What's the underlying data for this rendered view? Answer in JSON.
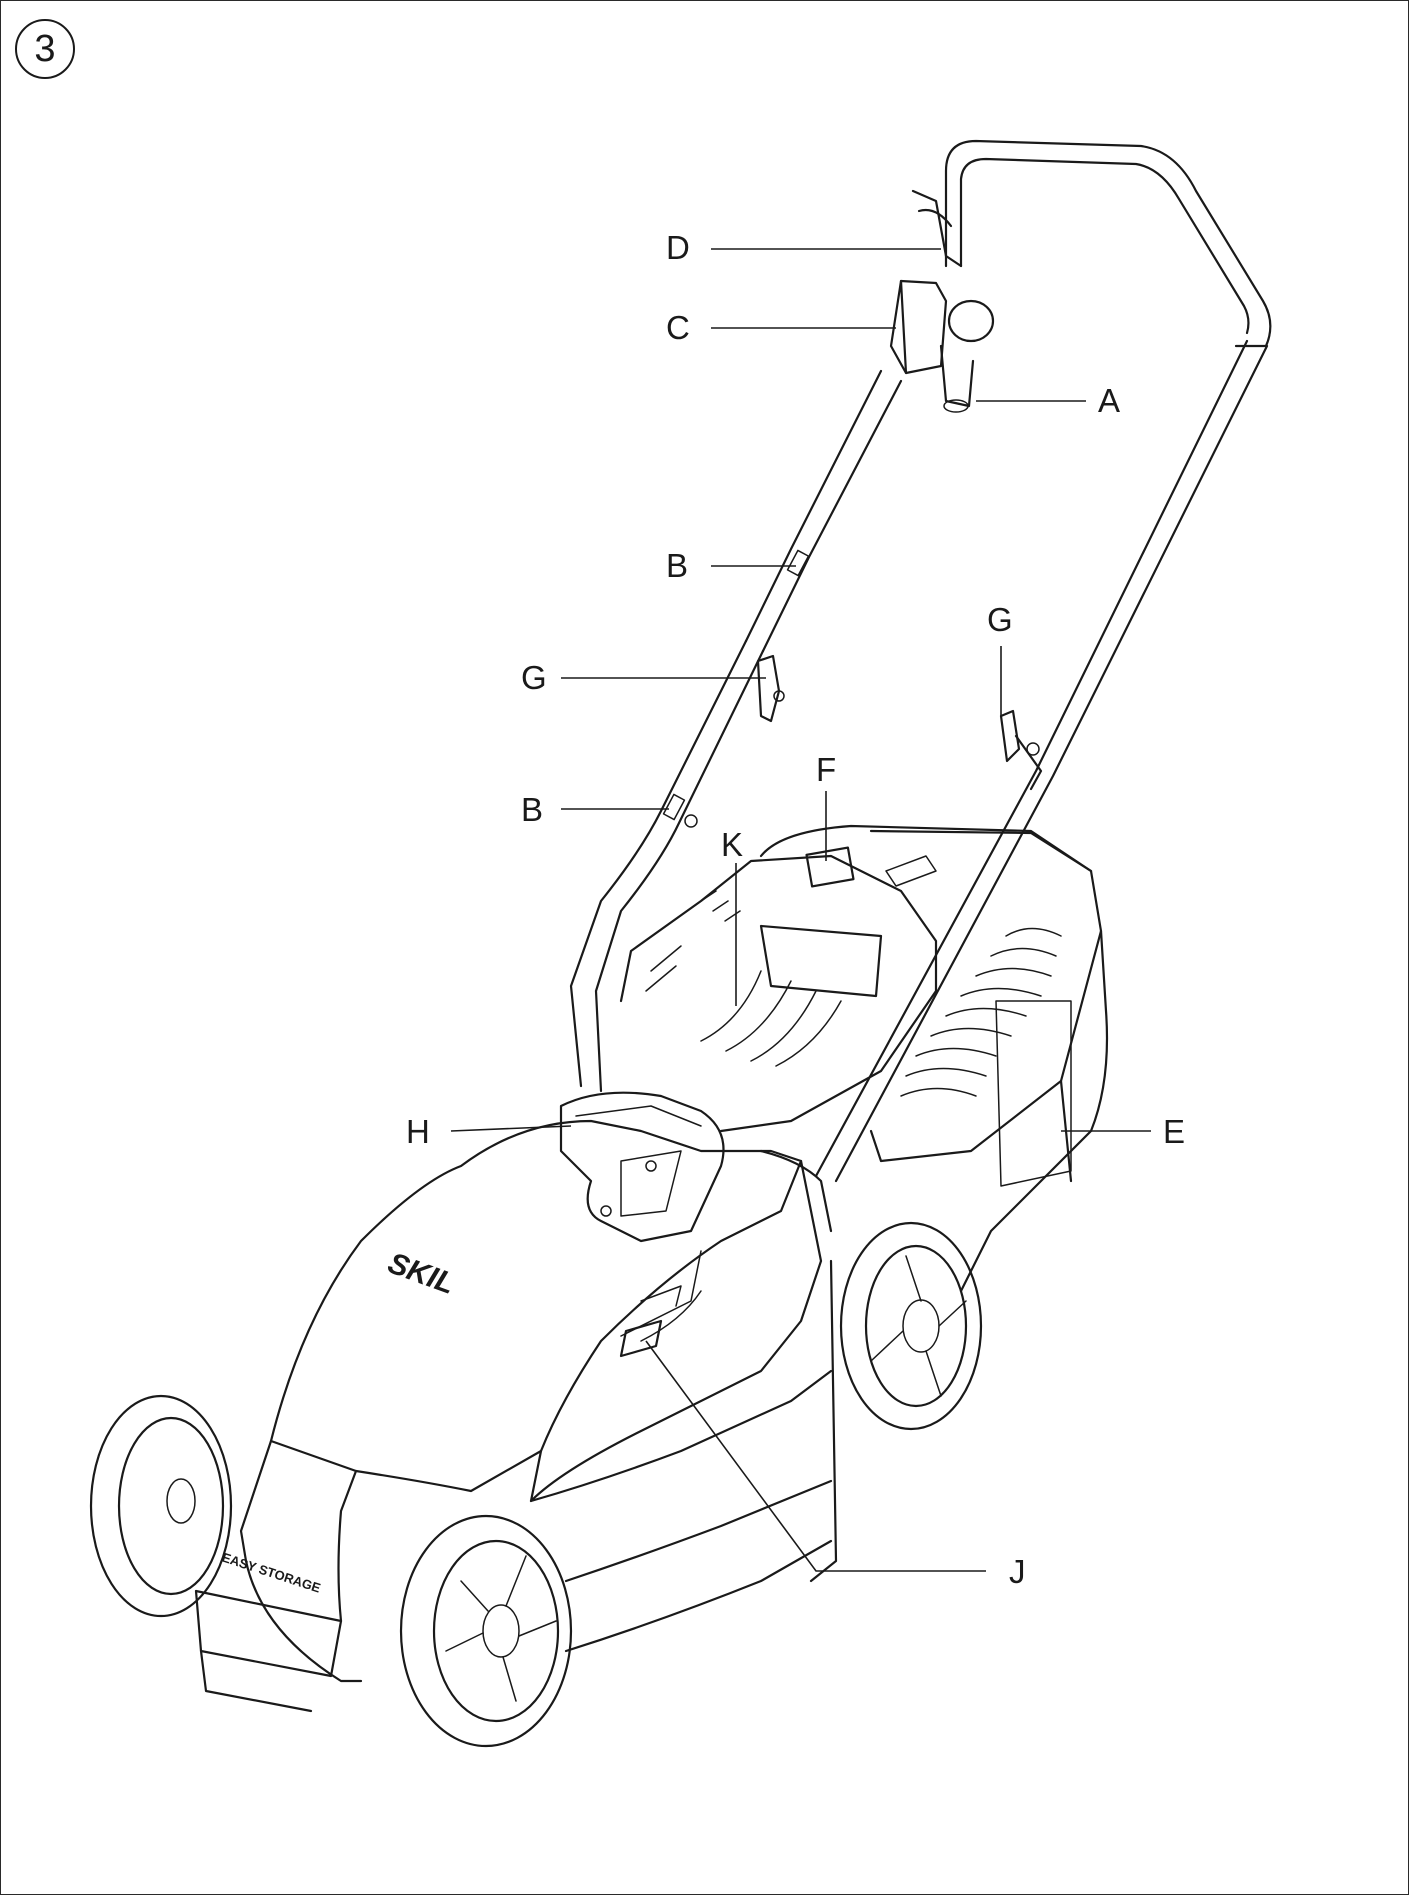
{
  "figure": {
    "number": "3"
  },
  "brand": {
    "logo_text": "SKIL",
    "base_text": "EASY STORAGE"
  },
  "callouts": {
    "A": "A",
    "B": "B",
    "C": "C",
    "D": "D",
    "E": "E",
    "F": "F",
    "G": "G",
    "H": "H",
    "J": "J",
    "K": "K"
  },
  "colors": {
    "ink": "#1a1a1a",
    "background": "#ffffff"
  }
}
